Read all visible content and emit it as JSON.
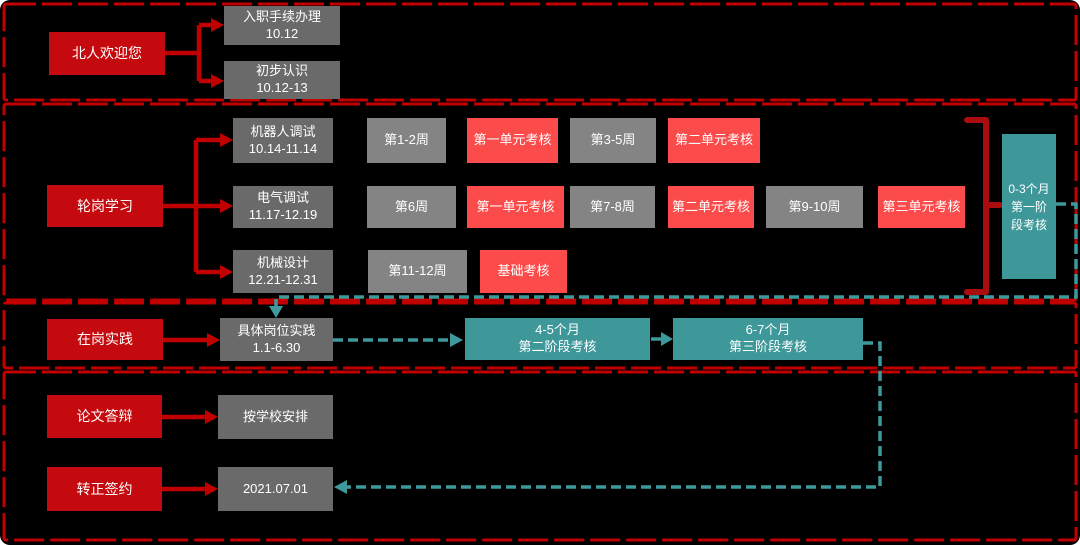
{
  "colors": {
    "background": "#000000",
    "section_border_red": "#C00000",
    "box_red": "#C40A0E",
    "exam_red": "#FB4B4B",
    "teal": "#3E989A",
    "gray_dark": "#6A6A6A",
    "gray_light": "#848484",
    "text": "#FFFFFF"
  },
  "welcome": {
    "title_box": "北人欢迎您",
    "steps": [
      {
        "name": "入职手续办理",
        "date": "10.12"
      },
      {
        "name": "初步认识",
        "date": "10.12-13"
      }
    ]
  },
  "rotation": {
    "title_box": "轮岗学习",
    "tracks": [
      {
        "name": "机器人调试",
        "date": "10.14-11.14",
        "cells": [
          {
            "t": "第1-2周",
            "k": "week"
          },
          {
            "t": "第一单元考核",
            "k": "exam"
          },
          {
            "t": "第3-5周",
            "k": "week"
          },
          {
            "t": "第二单元考核",
            "k": "exam"
          }
        ]
      },
      {
        "name": "电气调试",
        "date": "11.17-12.19",
        "cells": [
          {
            "t": "第6周",
            "k": "week"
          },
          {
            "t": "第一单元考核",
            "k": "exam"
          },
          {
            "t": "第7-8周",
            "k": "week"
          },
          {
            "t": "第二单元考核",
            "k": "exam"
          },
          {
            "t": "第9-10周",
            "k": "week"
          },
          {
            "t": "第三单元考核",
            "k": "exam"
          }
        ]
      },
      {
        "name": "机械设计",
        "date": "12.21-12.31",
        "cells": [
          {
            "t": "第11-12周",
            "k": "week"
          },
          {
            "t": "基础考核",
            "k": "exam"
          }
        ]
      }
    ],
    "stage_box": "0-3个月第一阶段考核"
  },
  "practice": {
    "title_box": "在岗实践",
    "job": {
      "name": "具体岗位实践",
      "date": "1.1-6.30"
    },
    "stages": [
      {
        "months": "4-5个月",
        "label": "第二阶段考核"
      },
      {
        "months": "6-7个月",
        "label": "第三阶段考核"
      }
    ]
  },
  "final": {
    "thesis_box": "论文答辩",
    "thesis_result": "按学校安排",
    "sign_box": "转正签约",
    "sign_date": "2021.07.01"
  }
}
